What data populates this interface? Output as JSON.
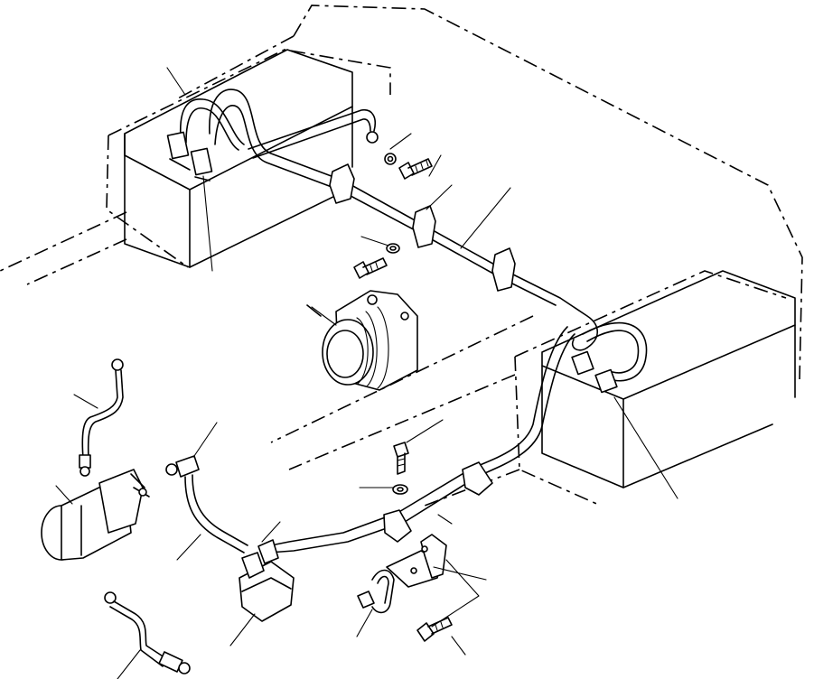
{
  "figure": {
    "type": "exploded parts diagram",
    "labels": [],
    "parts": [
      "left-battery",
      "right-battery",
      "battery-cable-harness",
      "alternator",
      "starter-motor",
      "battery-relay",
      "ground-cable",
      "jumper-cable",
      "mounting-bracket",
      "cable-clamp",
      "bolt",
      "washer",
      "nut"
    ]
  }
}
